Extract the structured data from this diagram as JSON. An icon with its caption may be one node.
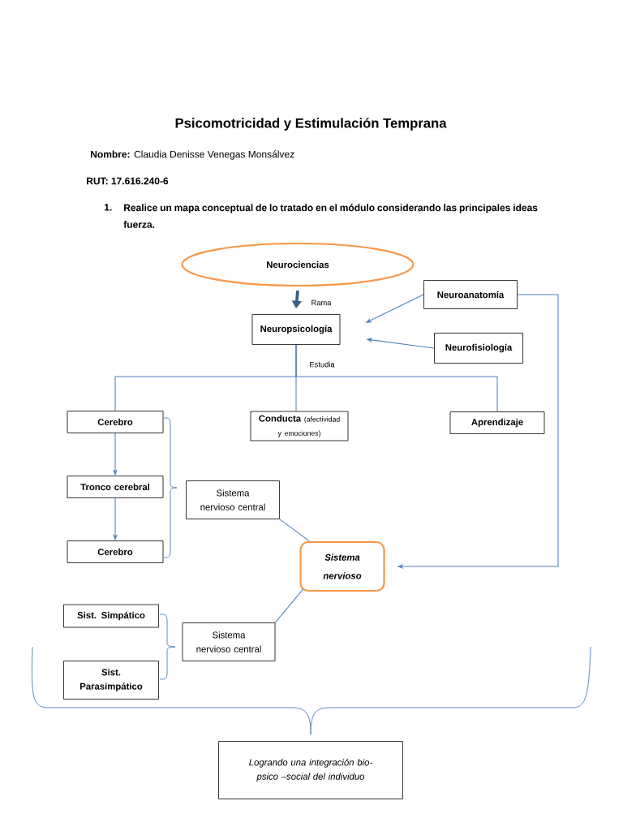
{
  "diagram": {
    "title": "Psicomotricidad y Estimulación Temprana",
    "nodes": [
      {
        "text": [
          "Neurociencias"
        ]
      },
      {
        "text": [
          "Neuroanatomía"
        ]
      },
      {
        "text": [
          "Neuropsicología"
        ]
      },
      {
        "text": [
          "Neurofisiología"
        ]
      },
      {
        "text": [
          "Cerebro"
        ]
      },
      {
        "text": [
          "Conducta",
          "(afectividad y emociones)"
        ]
      },
      {
        "text": [
          "Aprendizaje"
        ]
      },
      {
        "text": [
          "Tronco cerebral"
        ]
      },
      {
        "text": [
          "Sistema nervioso central"
        ]
      },
      {
        "text": [
          "Cerebro"
        ]
      },
      {
        "text": [
          "Sistema nervioso"
        ]
      },
      {
        "text": [
          "Sist. Simpático"
        ]
      },
      {
        "text": [
          "Sistema nervioso central"
        ]
      },
      {
        "text": [
          "Sist. Parasimpático"
        ]
      },
      {
        "text": [
          "Logrando una integración bio-psico –social del individuo"
        ]
      }
    ],
    "edges": [
      {
        "from": 0,
        "to": 2,
        "arrow": "to",
        "label": "Rama",
        "style": "thick",
        "color": "#385d8a"
      },
      {
        "from": 1,
        "to": 2,
        "arrow": "to"
      },
      {
        "from": 3,
        "to": 2,
        "arrow": "to"
      },
      {
        "from": 2,
        "to": 4,
        "arrow": "none"
      },
      {
        "from": 2,
        "to": 5,
        "arrow": "none",
        "label": "Estudia"
      },
      {
        "from": 2,
        "to": 6,
        "arrow": "none"
      },
      {
        "from": 4,
        "to": 7,
        "arrow": "to"
      },
      {
        "from": 7,
        "to": 9,
        "arrow": "to"
      },
      {
        "from": 8,
        "to": 10,
        "arrow": "none"
      },
      {
        "from": 12,
        "to": 10,
        "arrow": "none"
      },
      {
        "from": 1,
        "to": 10,
        "arrow": "to"
      }
    ],
    "labels": [
      "**Nombre:** Claudia Denisse Venegas Monsálvez",
      "RUT: 17.616.240-6",
      "1.",
      "Realice un mapa conceptual de lo tratado en el módulo considerando las principales ideas fuerza."
    ]
  }
}
